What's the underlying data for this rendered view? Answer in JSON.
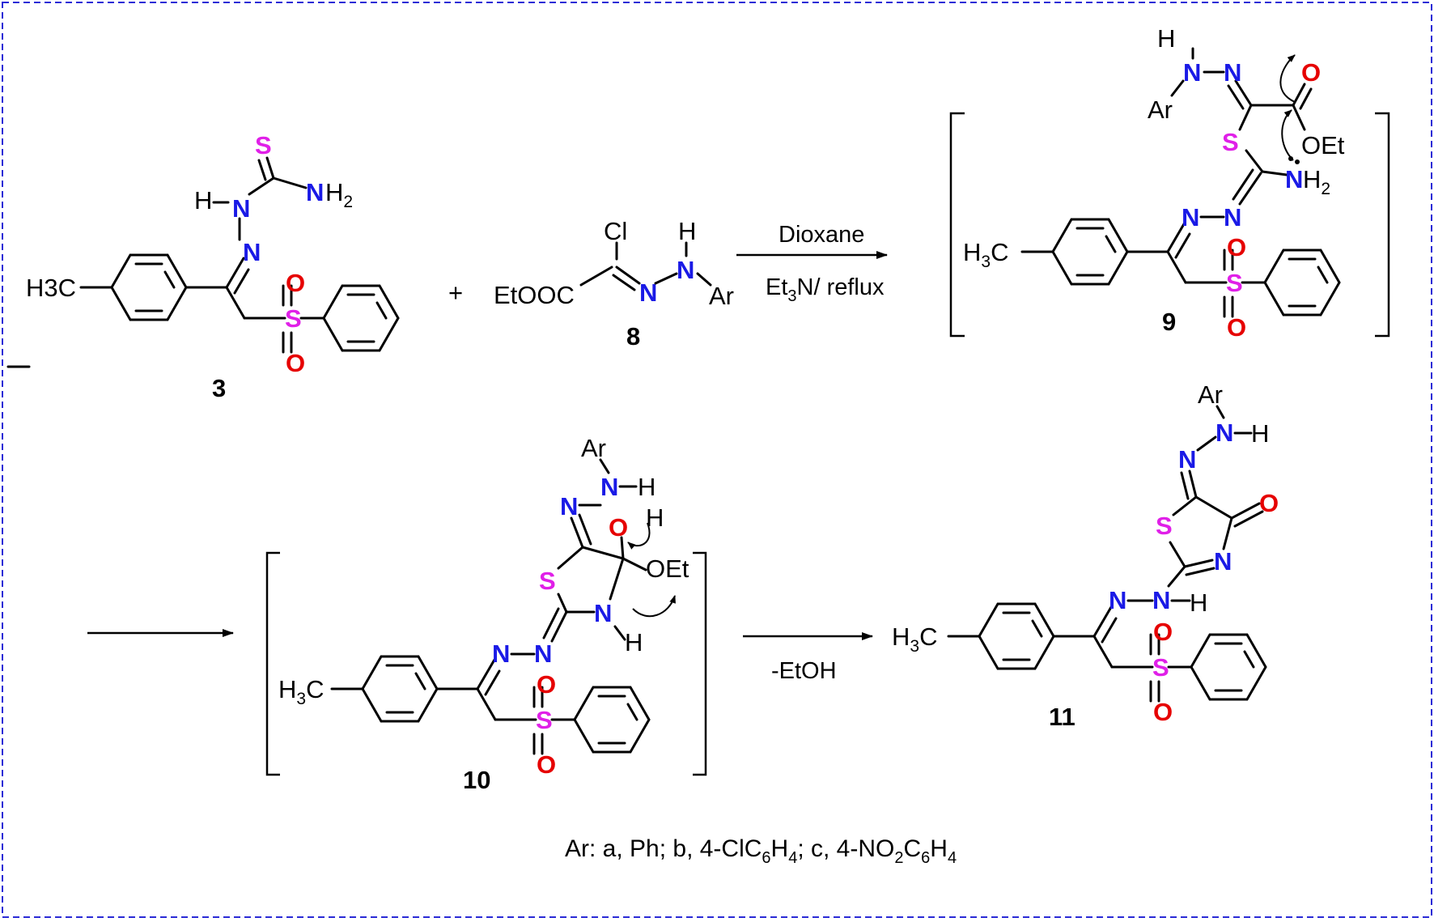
{
  "compounds": {
    "c3": {
      "number": "3"
    },
    "c8": {
      "number": "8",
      "ester": "EtOOC",
      "halogen": "Cl",
      "aryl": "Ar"
    },
    "c9": {
      "number": "9",
      "ester_group": "OEt",
      "aryl": "Ar"
    },
    "c10": {
      "number": "10",
      "ether_group": "OEt",
      "aryl": "Ar"
    },
    "c11": {
      "number": "11",
      "aryl": "Ar"
    }
  },
  "atoms": {
    "N": "N",
    "S": "S",
    "O": "O",
    "H": "H",
    "methyl": "H3C"
  },
  "steps": {
    "step1": {
      "above": "Dioxane",
      "below": "Et3N/ reflux"
    },
    "step3": {
      "above": "",
      "below": "-EtOH"
    }
  },
  "footnote": "Ar: a, Ph; b, 4-ClC6H4; c, 4-NO2C6H4",
  "colors": {
    "nitrogen": "#1a1ae6",
    "sulfur": "#e020e8",
    "oxygen": "#e60000",
    "frame": "#2b2bd6"
  }
}
